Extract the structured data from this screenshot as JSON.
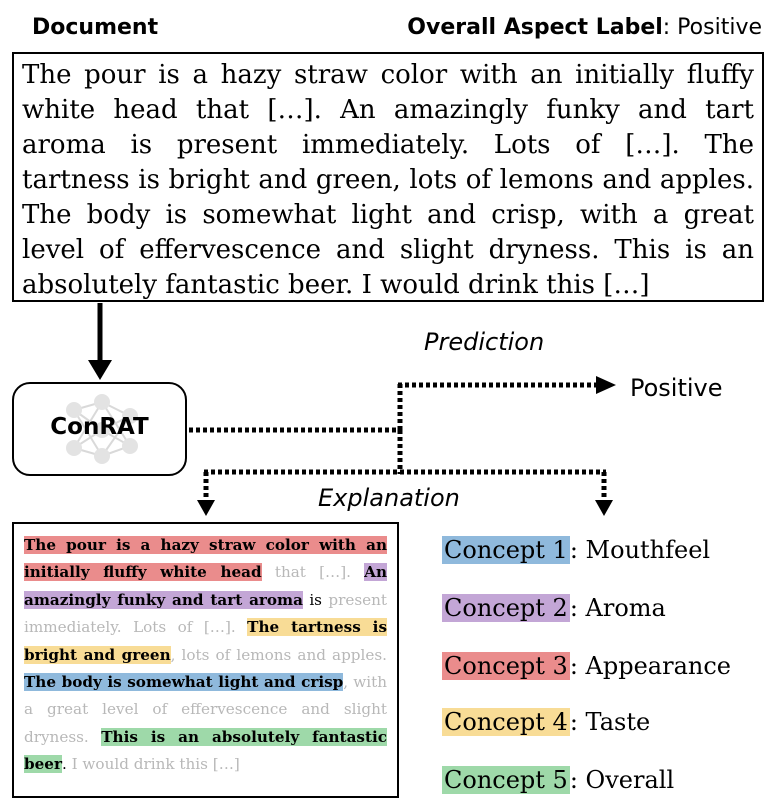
{
  "header": {
    "doc_title": "Document",
    "aspect_label_key": "Overall Aspect Label",
    "aspect_label_value": ": Positive"
  },
  "document_text": "The pour is a hazy straw color with an initially fluffy white head that […]. An amazingly funky and tart aroma is present immediately. Lots of […]. The tartness is bright and green, lots of lemons and apples. The body is somewhat light and crisp, with a great level of effervescence and slight dryness. This is an absolutely fantastic beer. I would drink this […]",
  "model": {
    "name": "ConRAT",
    "icon": "neural-network-icon"
  },
  "prediction": {
    "label": "Prediction",
    "value": "Positive"
  },
  "explanation": {
    "label": "Explanation",
    "segments": [
      {
        "text": "The pour is a hazy straw color with an initially fluffy white head",
        "concept": "c3"
      },
      {
        "text": " that […]. ",
        "concept": null
      },
      {
        "text": "An amazingly funky and tart aroma",
        "concept": "c2"
      },
      {
        "text": " is",
        "concept": "plain"
      },
      {
        "text": " present immediately. Lots of […]. ",
        "concept": null
      },
      {
        "text": "The tartness is bright and green",
        "concept": "c4"
      },
      {
        "text": ", lots of lemons and apples. ",
        "concept": null
      },
      {
        "text": "The body is somewhat light and crisp",
        "concept": "c1"
      },
      {
        "text": ", with a great level of effervescence and slight dryness. ",
        "concept": null
      },
      {
        "text": "This is an absolutely fantastic beer",
        "concept": "c5"
      },
      {
        "text": ".",
        "concept": "plain"
      },
      {
        "text": " I would drink this […]",
        "concept": null
      }
    ]
  },
  "concepts": [
    {
      "tag": "Concept 1",
      "name": ": Mouthfeel",
      "color": "#8fb9dc"
    },
    {
      "tag": "Concept 2",
      "name": ": Aroma",
      "color": "#c3a6d6"
    },
    {
      "tag": "Concept 3",
      "name": ": Appearance",
      "color": "#ea8c8c"
    },
    {
      "tag": "Concept 4",
      "name": ": Taste",
      "color": "#f8dc96"
    },
    {
      "tag": "Concept 5",
      "name": ": Overall",
      "color": "#9ed9a9"
    }
  ]
}
